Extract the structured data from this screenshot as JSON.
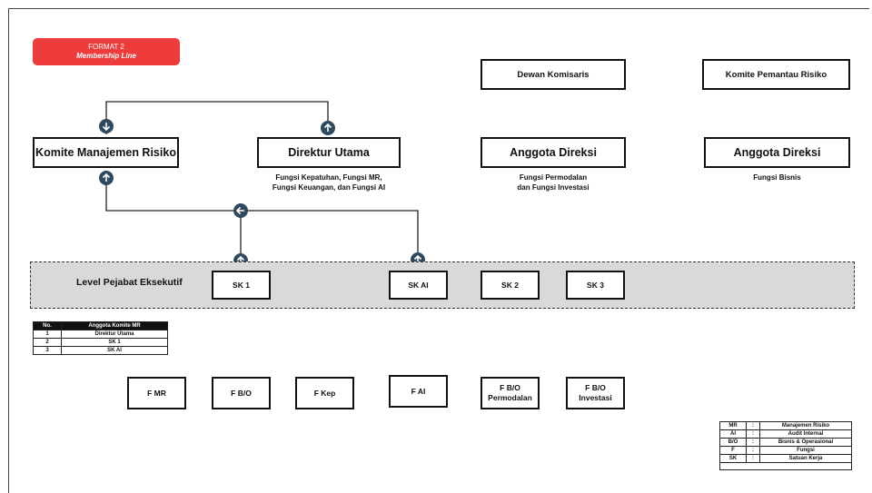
{
  "badge": {
    "line1": "FORMAT 2",
    "line2": "Membership Line"
  },
  "boxes": {
    "dewan_komisaris": "Dewan Komisaris",
    "komite_pemantau": "Komite Pemantau Risiko",
    "komite_manajemen": "Komite Manajemen Risiko",
    "direktur_utama": "Direktur Utama",
    "anggota_direksi_1": "Anggota Direksi",
    "anggota_direksi_2": "Anggota Direksi"
  },
  "descriptions": {
    "direktur_utama_l1": "Fungsi Kepatuhan, Fungsi MR,",
    "direktur_utama_l2": "Fungsi Keuangan, dan Fungsi AI",
    "anggota_direksi_1_l1": "Fungsi Permodalan",
    "anggota_direksi_1_l2": "dan Fungsi Investasi",
    "anggota_direksi_2": "Fungsi Bisnis"
  },
  "level": {
    "label": "Level Pejabat Eksekutif",
    "units": [
      "SK 1",
      "SK AI",
      "SK 2",
      "SK 3"
    ]
  },
  "functions": [
    {
      "l1": "F MR",
      "l2": ""
    },
    {
      "l1": "F B/O",
      "l2": ""
    },
    {
      "l1": "F Kep",
      "l2": ""
    },
    {
      "l1": "F AI",
      "l2": ""
    },
    {
      "l1": "F B/O",
      "l2": "Permodalan"
    },
    {
      "l1": "F B/O",
      "l2": "Investasi"
    }
  ],
  "member_table": {
    "headers": [
      "No.",
      "Anggota Komite MR"
    ],
    "rows": [
      [
        "1",
        "Direktur Utama"
      ],
      [
        "2",
        "SK 1"
      ],
      [
        "3",
        "SK AI"
      ]
    ]
  },
  "legend": [
    [
      "MR",
      ":",
      "Manajemen Risiko"
    ],
    [
      "AI",
      ":",
      "Audit Internal"
    ],
    [
      "B/O",
      ":",
      "Bisnis & Operasional"
    ],
    [
      "F",
      ":",
      "Fungsi"
    ],
    [
      "SK",
      ":",
      "Satuan Kerja"
    ]
  ],
  "colors": {
    "badge": "#ee3b3b",
    "arrow_circle": "#2f4a5e",
    "level_band": "#d9d9d9"
  }
}
